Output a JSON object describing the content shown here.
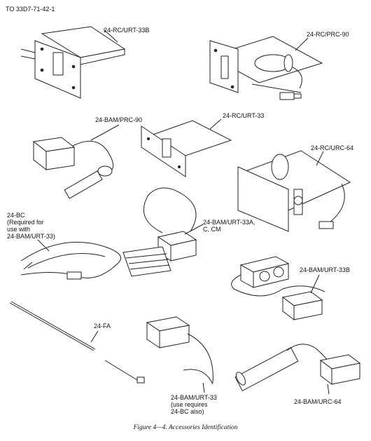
{
  "header": {
    "doc_number": "TO 33D7-71-42-1"
  },
  "caption": "Figure 4—4. Accessories Identification",
  "labels": {
    "rc_urt33b": "24-RC/URT-33B",
    "rc_prc90": "24-RC/PRC-90",
    "bam_prc90": "24-BAM/PRC-90",
    "rc_urt33": "24-RC/URT-33",
    "rc_urc64": "24-RC/URC-64",
    "bc": "24-BC\n(Required for\nuse with\n24-BAM/URT-33)",
    "bam_urt33a": "24-BAM/URT-33A,\nC, CM",
    "bam_urt33b": "24-BAM/URT-33B",
    "fa": "24-FA",
    "bam_urt33": "24-BAM/URT-33\n(use requires\n24-BC also)",
    "bam_urc64": "24-BAM/URC-64"
  }
}
